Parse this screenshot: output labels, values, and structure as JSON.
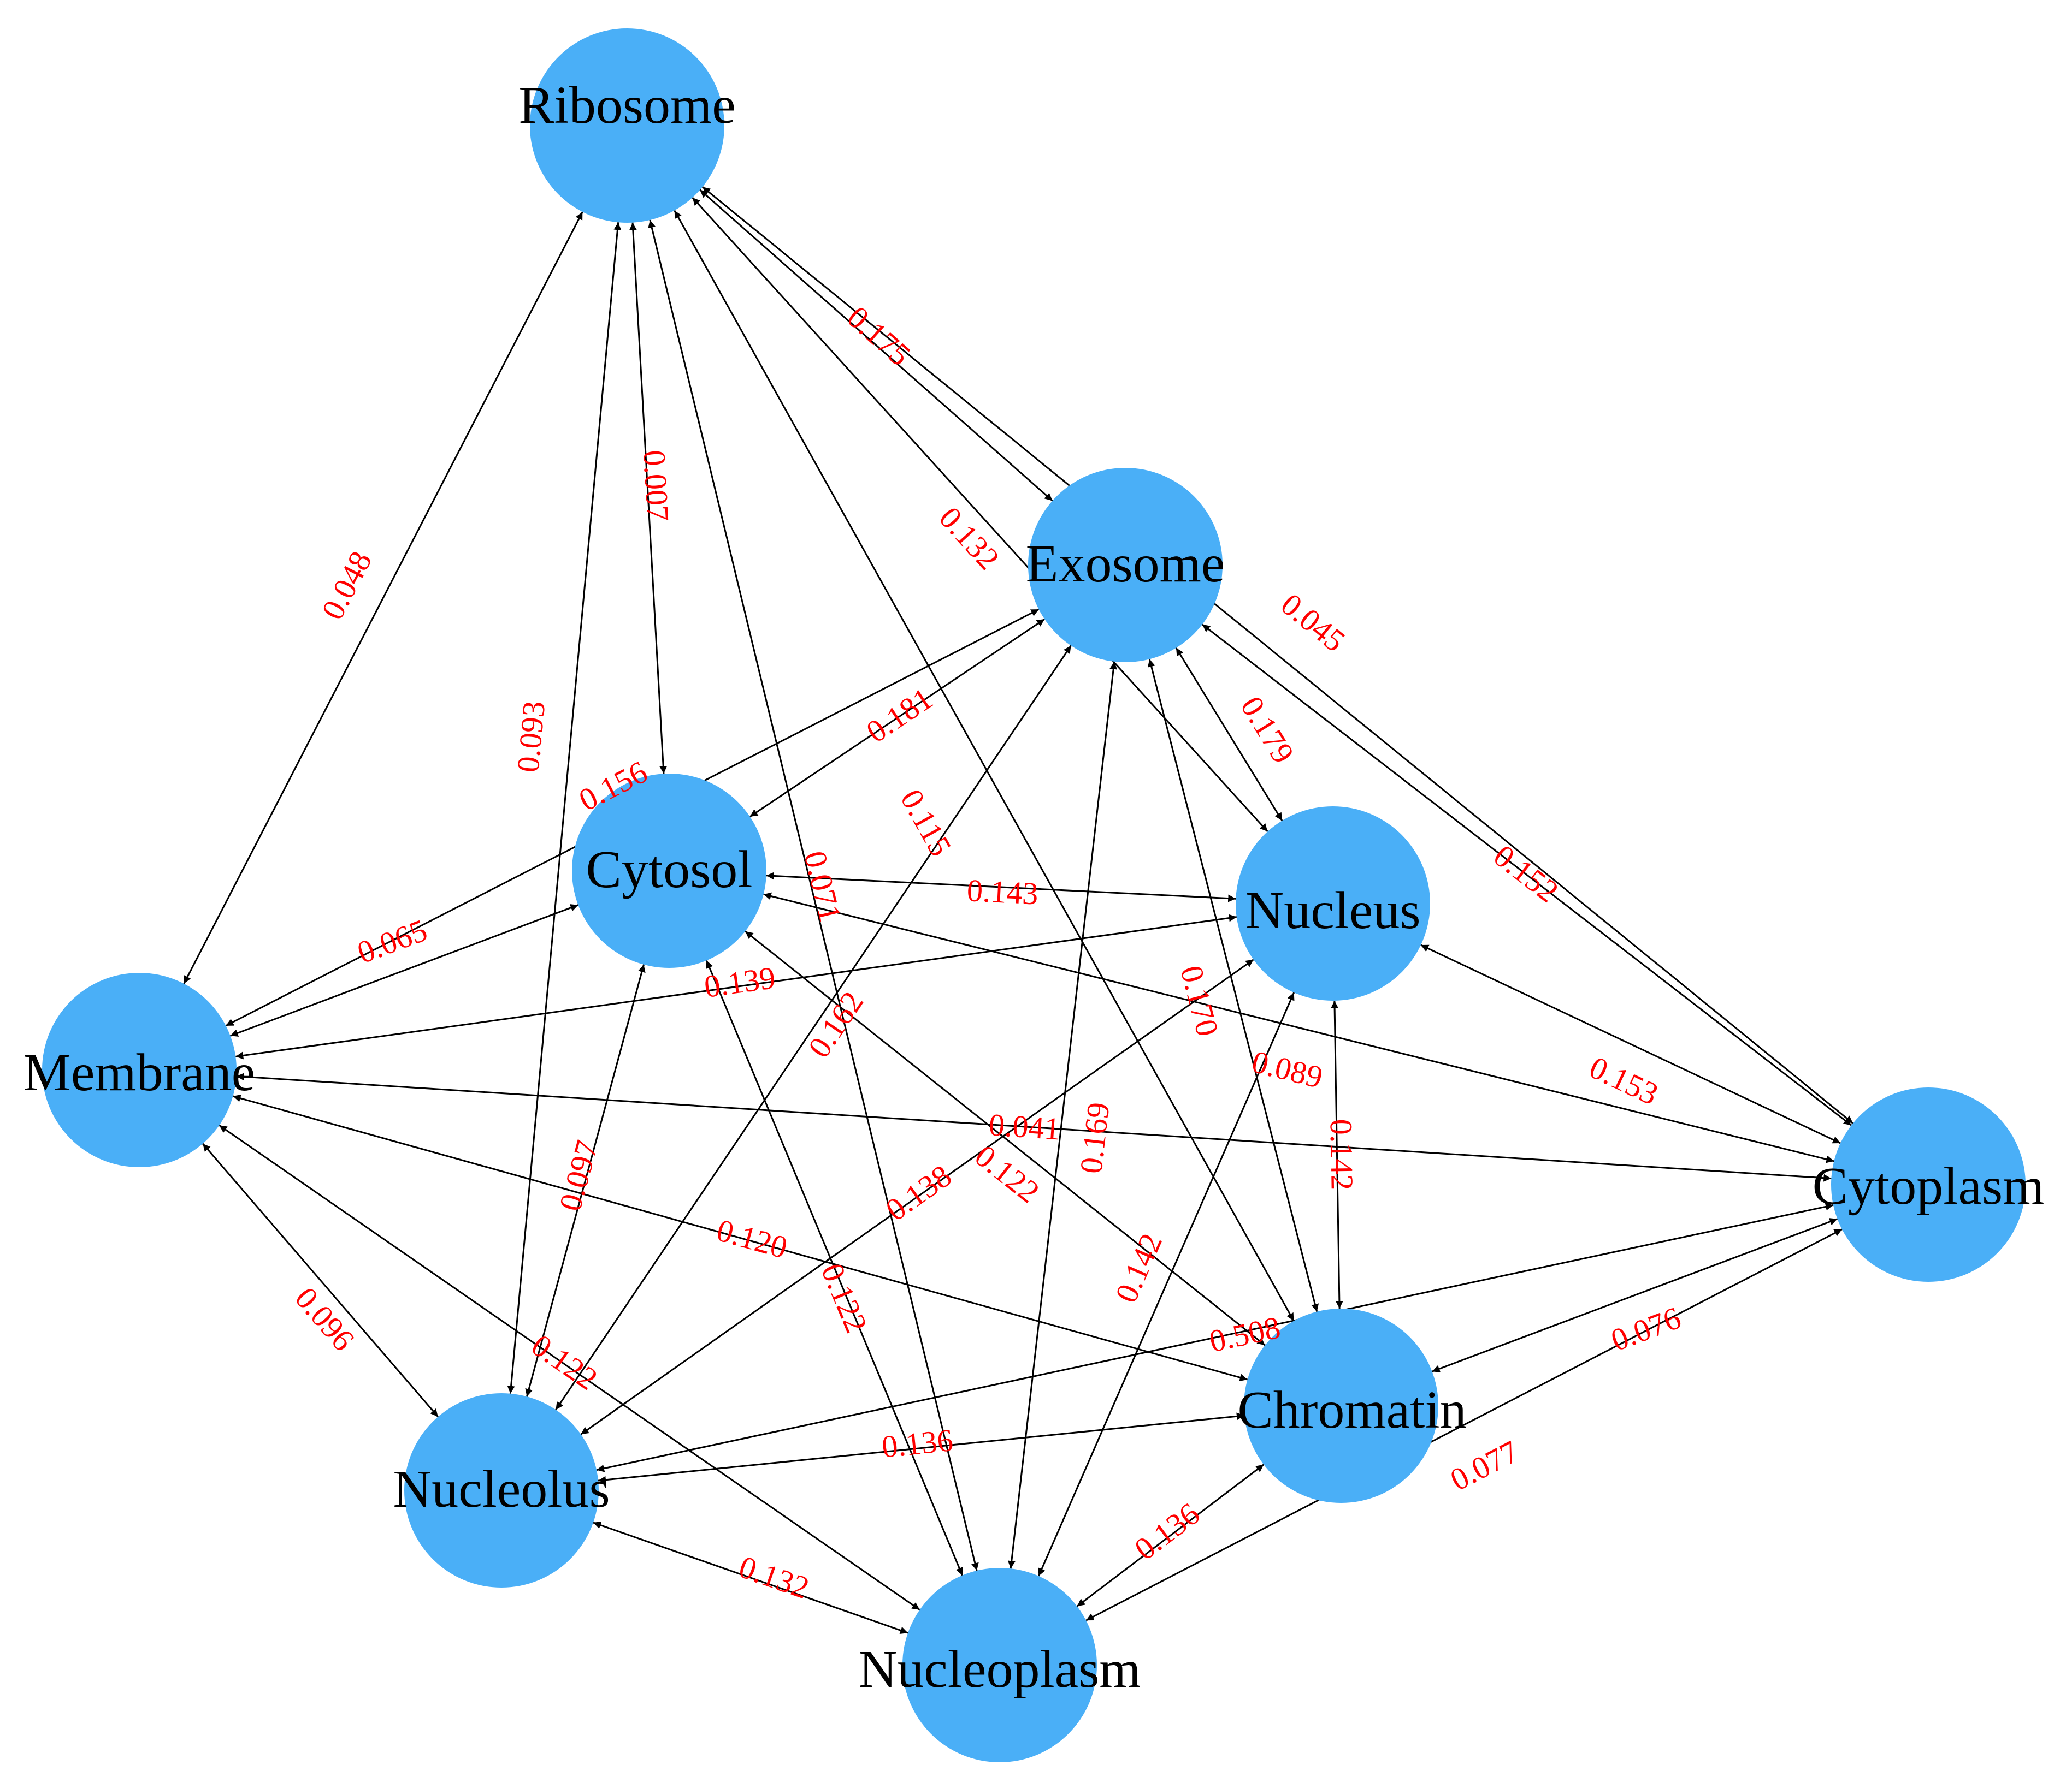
{
  "colors": {
    "node": "#4aaff7",
    "edge": "#000000",
    "weight": "#ff0000",
    "label": "#000000"
  },
  "nodes": [
    {
      "id": "ribosome",
      "label": "Ribosome"
    },
    {
      "id": "exosome",
      "label": "Exosome"
    },
    {
      "id": "cytosol",
      "label": "Cytosol"
    },
    {
      "id": "nucleus",
      "label": "Nucleus"
    },
    {
      "id": "membrane",
      "label": "Membrane"
    },
    {
      "id": "cytoplasm",
      "label": "Cytoplasm"
    },
    {
      "id": "chromatin",
      "label": "Chromatin"
    },
    {
      "id": "nucleolus",
      "label": "Nucleolus"
    },
    {
      "id": "nucleoplasm",
      "label": "Nucleoplasm"
    }
  ],
  "edges": [
    {
      "source": "ribosome",
      "target": "membrane",
      "weight": "0.048"
    },
    {
      "source": "ribosome",
      "target": "nucleolus",
      "weight": "0.093"
    },
    {
      "source": "ribosome",
      "target": "cytosol",
      "weight": "0.007"
    },
    {
      "source": "ribosome",
      "target": "exosome",
      "weight": "0.175"
    },
    {
      "source": "ribosome",
      "target": "nucleus",
      "weight": "0.132"
    },
    {
      "source": "ribosome",
      "target": "nucleoplasm",
      "weight": "0.071"
    },
    {
      "source": "ribosome",
      "target": "chromatin",
      "weight": "0.115"
    },
    {
      "source": "ribosome",
      "target": "cytoplasm",
      "weight": "0.045"
    },
    {
      "source": "exosome",
      "target": "membrane",
      "weight": "0.156"
    },
    {
      "source": "exosome",
      "target": "cytosol",
      "weight": "0.181"
    },
    {
      "source": "exosome",
      "target": "nucleus",
      "weight": "0.179"
    },
    {
      "source": "exosome",
      "target": "cytoplasm",
      "weight": "0.152"
    },
    {
      "source": "exosome",
      "target": "nucleolus",
      "weight": "0.162"
    },
    {
      "source": "exosome",
      "target": "nucleoplasm",
      "weight": "0.169"
    },
    {
      "source": "exosome",
      "target": "chromatin",
      "weight": "0.170"
    },
    {
      "source": "cytosol",
      "target": "membrane",
      "weight": "0.065"
    },
    {
      "source": "cytosol",
      "target": "nucleus",
      "weight": "0.143"
    },
    {
      "source": "cytosol",
      "target": "nucleolus",
      "weight": "0.097"
    },
    {
      "source": "cytosol",
      "target": "nucleoplasm",
      "weight": "0.122"
    },
    {
      "source": "cytosol",
      "target": "chromatin",
      "weight": "0.122"
    },
    {
      "source": "cytosol",
      "target": "cytoplasm",
      "weight": "0.089"
    },
    {
      "source": "membrane",
      "target": "nucleus",
      "weight": "0.139"
    },
    {
      "source": "membrane",
      "target": "cytoplasm",
      "weight": "0.041"
    },
    {
      "source": "membrane",
      "target": "chromatin",
      "weight": "0.120"
    },
    {
      "source": "membrane",
      "target": "nucleolus",
      "weight": "0.096"
    },
    {
      "source": "membrane",
      "target": "nucleoplasm",
      "weight": "0.122"
    },
    {
      "source": "nucleus",
      "target": "cytoplasm",
      "weight": "0.153"
    },
    {
      "source": "nucleus",
      "target": "chromatin",
      "weight": "0.142"
    },
    {
      "source": "nucleus",
      "target": "nucleolus",
      "weight": "0.138"
    },
    {
      "source": "nucleus",
      "target": "nucleoplasm",
      "weight": "0.142"
    },
    {
      "source": "cytoplasm",
      "target": "chromatin",
      "weight": "0.076"
    },
    {
      "source": "cytoplasm",
      "target": "nucleoplasm",
      "weight": "0.077"
    },
    {
      "source": "cytoplasm",
      "target": "nucleolus",
      "weight": "0.508"
    },
    {
      "source": "chromatin",
      "target": "nucleolus",
      "weight": "0.136"
    },
    {
      "source": "chromatin",
      "target": "nucleoplasm",
      "weight": "0.136"
    },
    {
      "source": "nucleolus",
      "target": "nucleoplasm",
      "weight": "0.132"
    }
  ]
}
